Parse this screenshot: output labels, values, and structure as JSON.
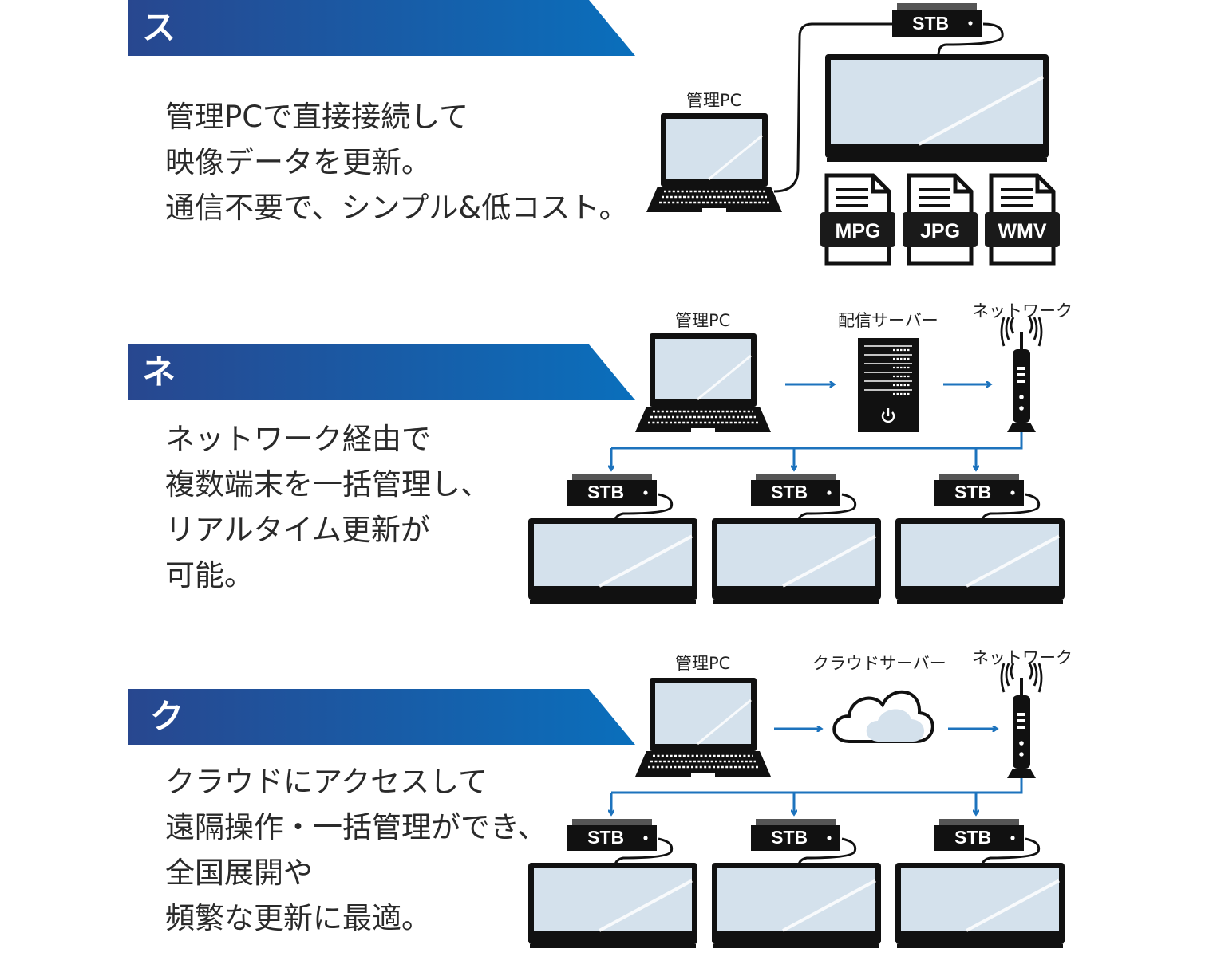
{
  "colors": {
    "banner_start": "#28478f",
    "banner_end": "#0a6fbc",
    "arrow": "#1d73bd",
    "screen": "#d4e1ec"
  },
  "sections": [
    {
      "title": "スタンドアローン型",
      "lines": [
        "管理PCで直接接続して",
        "映像データを更新。",
        "通信不要で、シンプル&低コスト。"
      ]
    },
    {
      "title": "ネットワーク型",
      "lines": [
        "ネットワーク経由で",
        "複数端末を一括管理し、",
        "リアルタイム更新が",
        "可能。"
      ]
    },
    {
      "title": "クラウド型",
      "lines": [
        "クラウドにアクセスして",
        "遠隔操作・一括管理ができ、",
        "全国展開や",
        "頻繁な更新に最適。"
      ]
    }
  ],
  "labels": {
    "pc": "管理PC",
    "server": "配信サーバー",
    "network": "ネットワーク",
    "cloud_server": "クラウドサーバー",
    "stb": "STB",
    "files": [
      "MPG",
      "JPG",
      "WMV"
    ]
  }
}
